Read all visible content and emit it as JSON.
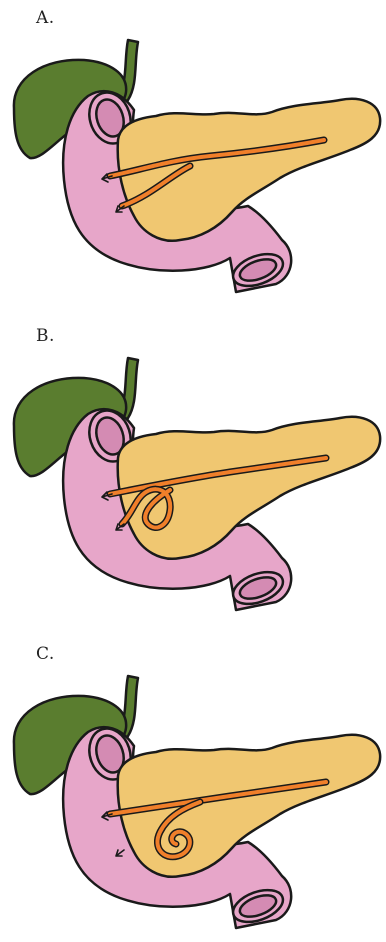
{
  "panels": [
    {
      "id": "a",
      "label": "A."
    },
    {
      "id": "b",
      "label": "B."
    },
    {
      "id": "c",
      "label": "C."
    }
  ],
  "colors": {
    "gallbladder": "#5a7d2f",
    "duodenum": "#e7a6c9",
    "duodenum_inner": "#d48bb3",
    "pancreas": "#f0c771",
    "duct": "#f07f2a",
    "outline": "#1a1a1a"
  }
}
